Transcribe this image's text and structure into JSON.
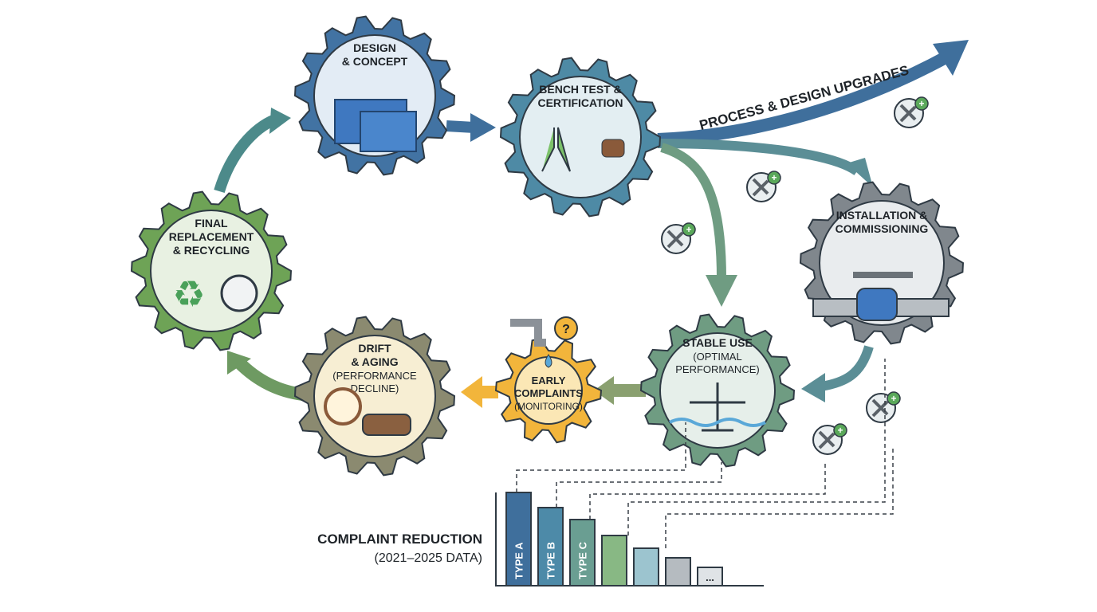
{
  "gears": [
    {
      "id": "design",
      "title": [
        "DESIGN",
        "& CONCEPT"
      ],
      "sub": [],
      "ring": "#4273a3",
      "inner": "#e3ecf5"
    },
    {
      "id": "bench",
      "title": [
        "BENCH TEST &",
        "CERTIFICATION"
      ],
      "sub": [],
      "ring": "#4e8aa5",
      "inner": "#e3eef2"
    },
    {
      "id": "final",
      "title": [
        "FINAL",
        "REPLACEMENT",
        "& RECYCLING"
      ],
      "sub": [],
      "ring": "#6ea356",
      "inner": "#e8f1e2"
    },
    {
      "id": "drift",
      "title": [
        "DRIFT",
        "& AGING"
      ],
      "sub": [
        "(PERFORMANCE",
        "DECLINE)"
      ],
      "ring": "#8b8a70",
      "inner": "#f7eed3"
    },
    {
      "id": "early",
      "title": [
        "EARLY",
        "COMPLAINTS"
      ],
      "sub": [
        "(MONITORING)"
      ],
      "ring": "#f2b53b",
      "inner": "#fbe7b5"
    },
    {
      "id": "stable",
      "title": [
        "STABLE USE"
      ],
      "sub": [
        "(OPTIMAL",
        "PERFORMANCE)"
      ],
      "ring": "#6f9c82",
      "inner": "#e6efea"
    },
    {
      "id": "install",
      "title": [
        "INSTALLATION &",
        "COMMISSIONING"
      ],
      "sub": [],
      "ring": "#80878d",
      "inner": "#e9ecee"
    }
  ],
  "upgrade_label": "PROCESS & DESIGN UPGRADES",
  "chart_data": {
    "type": "bar",
    "title": "COMPLAINT REDUCTION",
    "subtitle": "(2021–2025 DATA)",
    "categories": [
      "TYPE A",
      "TYPE B",
      "TYPE C",
      "",
      "",
      "",
      "..."
    ],
    "values": [
      117,
      98,
      83,
      63,
      47,
      35,
      23
    ],
    "colors": [
      "#3f6f9c",
      "#4d8aa8",
      "#6a9e92",
      "#88b884",
      "#9cc4cf",
      "#b5bbc0",
      "#dfe3e6"
    ],
    "xlabel": "",
    "ylabel": ""
  }
}
